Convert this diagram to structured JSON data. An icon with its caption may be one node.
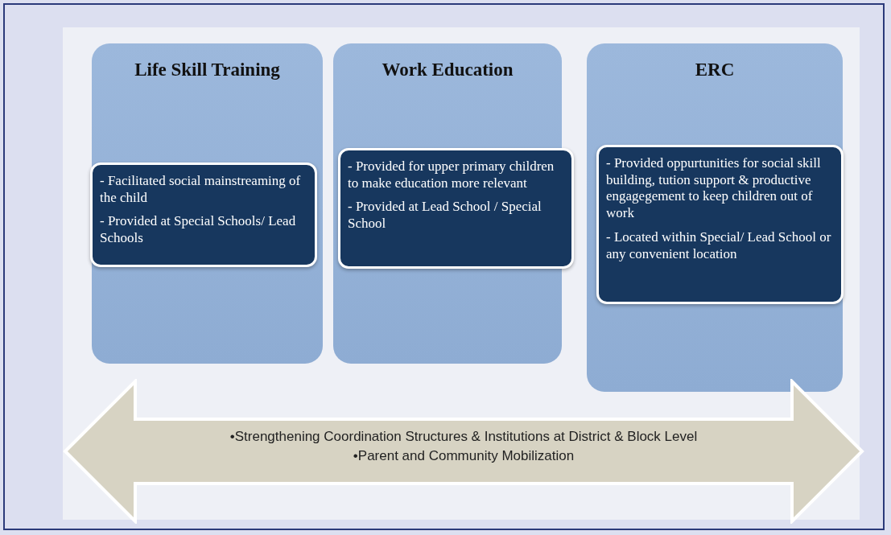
{
  "diagram": {
    "nodes": [
      {
        "text": [
          "Life Skill Training"
        ]
      },
      {
        "text": [
          "- Facilitated social mainstreaming of the child",
          "- Provided at Special Schools/ Lead Schools"
        ],
        "in": 0
      },
      {
        "text": [
          "Work Education"
        ]
      },
      {
        "text": [
          "- Provided for upper primary children to make education more relevant",
          "- Provided at Lead School / Special School"
        ],
        "in": 2
      },
      {
        "text": [
          "ERC"
        ]
      },
      {
        "text": [
          "- Provided oppurtunities for social skill building, tution support & productive engagegement to keep children out of work",
          "- Located within Special/ Lead School or any convenient location"
        ],
        "in": 4
      },
      {
        "text": [
          "•Strengthening Coordination Structures & Institutions at District & Block Level",
          "•Parent and Community Mobilization"
        ]
      }
    ]
  }
}
